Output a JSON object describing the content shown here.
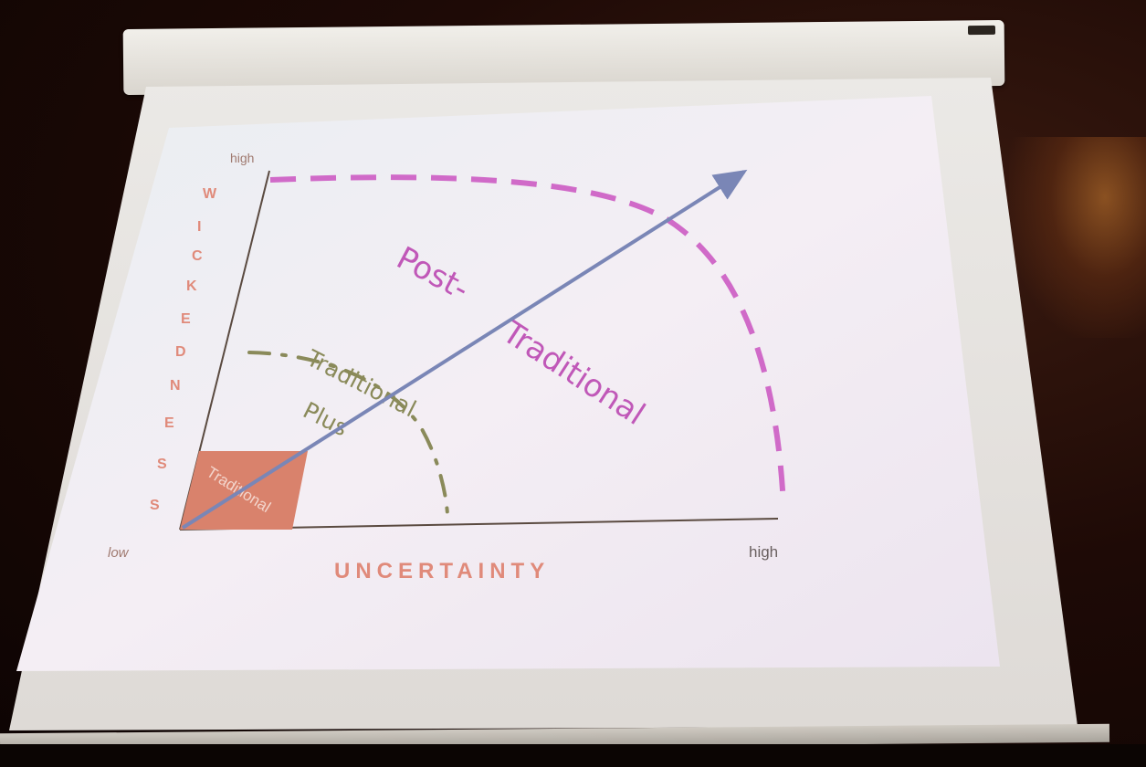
{
  "diagram": {
    "y_axis": {
      "label_letters": [
        "W",
        "I",
        "C",
        "K",
        "E",
        "D",
        "N",
        "E",
        "S",
        "S"
      ],
      "high_label": "high",
      "low_label": "low"
    },
    "x_axis": {
      "label": "UNCERTAINTY",
      "high_label": "high"
    },
    "regions": {
      "traditional": "Traditional",
      "traditional_plus_line1": "Traditional",
      "traditional_plus_line2": "Plus",
      "post_traditional_line1": "Post-",
      "post_traditional_line2": "Traditional"
    },
    "colors": {
      "axis_label": "#e08a7a",
      "traditional_box": "#d9826c",
      "traditional_plus_dash": "#8a8a5a",
      "post_traditional_dash": "#d06ac8",
      "post_traditional_text": "#c058b8",
      "arrow": "#7a86b6",
      "axis_line": "#5a4a40",
      "slide_bg": "#f1ecf3"
    }
  }
}
